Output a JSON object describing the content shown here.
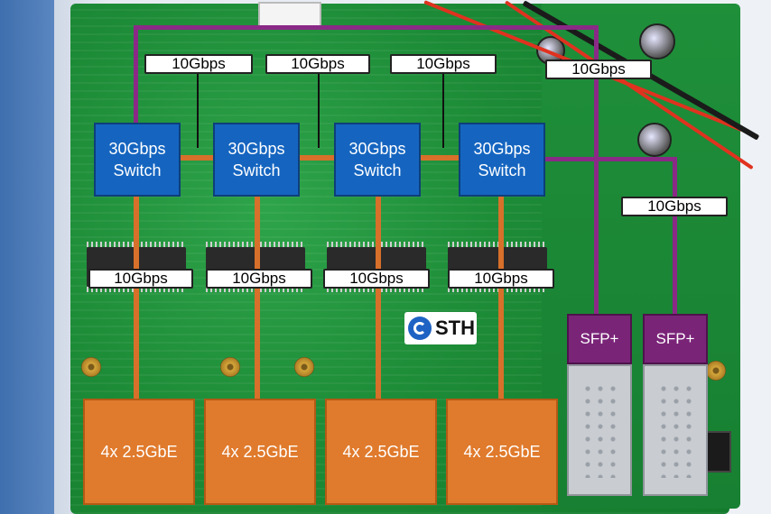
{
  "diagram": {
    "switches": [
      {
        "line1": "30Gbps",
        "line2": "Switch"
      },
      {
        "line1": "30Gbps",
        "line2": "Switch"
      },
      {
        "line1": "30Gbps",
        "line2": "Switch"
      },
      {
        "line1": "30Gbps",
        "line2": "Switch"
      }
    ],
    "top_links": [
      "10Gbps",
      "10Gbps",
      "10Gbps",
      "10Gbps"
    ],
    "side_link": "10Gbps",
    "down_links": [
      "10Gbps",
      "10Gbps",
      "10Gbps",
      "10Gbps"
    ],
    "port_groups": [
      "4x 2.5GbE",
      "4x 2.5GbE",
      "4x 2.5GbE",
      "4x 2.5GbE"
    ],
    "sfp_ports": [
      "SFP+",
      "SFP+"
    ],
    "logo_text": "STH",
    "colors": {
      "switch_fill": "#1565c0",
      "port_fill": "#e07a2c",
      "sfp_fill": "#7a2478",
      "link_orange": "#d7702a",
      "link_purple": "#8a2a86",
      "board_green": "#1c8a36"
    }
  }
}
